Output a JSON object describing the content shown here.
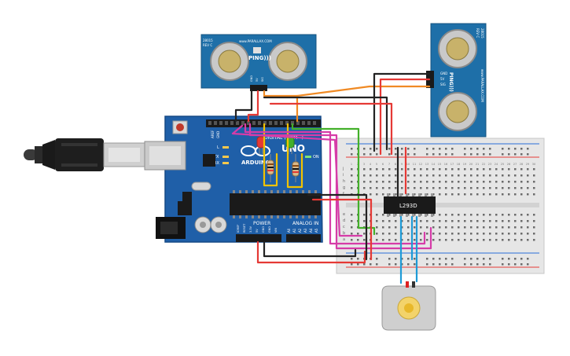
{
  "arduino": {
    "brand": "ARDUINO",
    "uno": "UNO",
    "on_label": "ON",
    "digital_label": "DIGITAL (PWM~)",
    "power_label": "POWER",
    "analog_label": "ANALOG IN",
    "tx_label": "TX",
    "rx_label": "RX",
    "l_label": "L",
    "aref_label": "AREF",
    "gnd_label": "GND",
    "power_pins": [
      "IOREF",
      "RESET",
      "3.3V",
      "5V",
      "GND",
      "GND",
      "VIN"
    ],
    "analog_pins": [
      "A0",
      "A1",
      "A2",
      "A3",
      "A4",
      "A5"
    ],
    "digital_pins": [
      "13",
      "12",
      "~11",
      "~10",
      "~9",
      "8",
      "7",
      "~6",
      "~5",
      "4",
      "~3",
      "2",
      "TX 1",
      "RX 0"
    ]
  },
  "sensor_left": {
    "model": "28015",
    "rev": "REV C",
    "brand": "www.PARALLAX.COM",
    "name": "PING)))",
    "pins": [
      "GND",
      "5V",
      "SIG"
    ]
  },
  "sensor_right": {
    "model": "28015",
    "rev": "REV C",
    "brand": "www.PARALLAX.COM",
    "name": "PING)))",
    "pins": [
      "GND",
      "5V",
      "SIG"
    ]
  },
  "driver_ic": {
    "label": "L293D"
  },
  "breadboard": {
    "row_letters_top": [
      "j",
      "i",
      "h",
      "g",
      "f"
    ],
    "row_letters_bottom": [
      "e",
      "d",
      "c",
      "b",
      "a"
    ],
    "column_numbers": [
      "1",
      "2",
      "3",
      "4",
      "5",
      "6",
      "7",
      "8",
      "9",
      "10",
      "11",
      "12",
      "13",
      "14",
      "15",
      "16",
      "17",
      "18",
      "19",
      "20",
      "21",
      "22",
      "23",
      "24",
      "25",
      "26",
      "27",
      "28",
      "29",
      "30"
    ]
  },
  "colors": {
    "board": "#1f5fa8",
    "wire_red": "#e53935",
    "wire_black": "#222222",
    "wire_green": "#43b02a",
    "wire_yellow": "#f2c200",
    "wire_orange": "#f08a24",
    "wire_magenta": "#d63ca8",
    "wire_blue": "#1e9bd7",
    "led_red": "#e53935",
    "led_green": "#43b02a"
  }
}
